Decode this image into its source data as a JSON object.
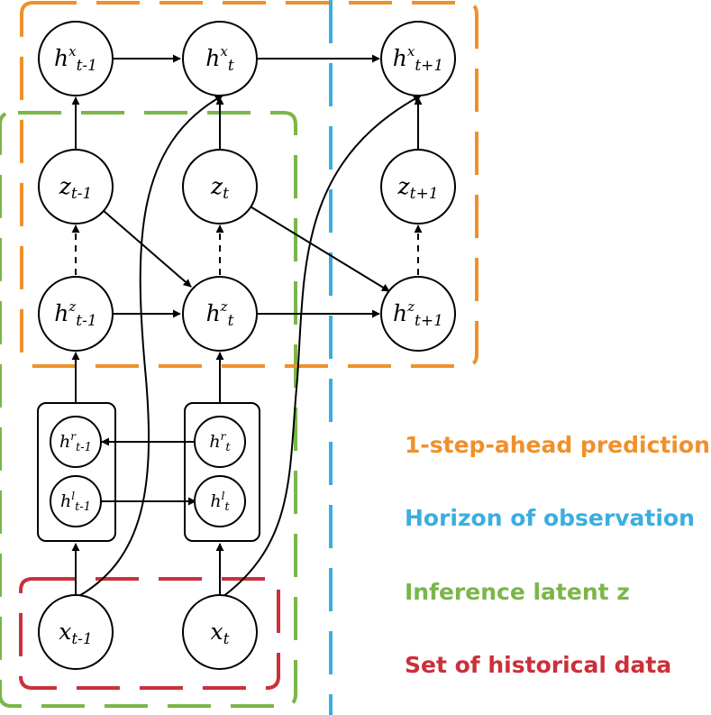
{
  "colors": {
    "prediction": "#f0902a",
    "horizon": "#3aaee0",
    "inference": "#7ab648",
    "historical": "#cc2f3b"
  },
  "nodes": {
    "hx_prev": {
      "base": "h",
      "sup": "x",
      "sub": "t-1"
    },
    "hx_t": {
      "base": "h",
      "sup": "x",
      "sub": "t"
    },
    "hx_next": {
      "base": "h",
      "sup": "x",
      "sub": "t+1"
    },
    "z_prev": {
      "base": "z",
      "sup": "",
      "sub": "t-1"
    },
    "z_t": {
      "base": "z",
      "sup": "",
      "sub": "t"
    },
    "z_next": {
      "base": "z",
      "sup": "",
      "sub": "t+1"
    },
    "hz_prev": {
      "base": "h",
      "sup": "z",
      "sub": "t-1"
    },
    "hz_t": {
      "base": "h",
      "sup": "z",
      "sub": "t"
    },
    "hz_next": {
      "base": "h",
      "sup": "z",
      "sub": "t+1"
    },
    "hr_prev": {
      "base": "h",
      "sup": "r",
      "sub": "t-1"
    },
    "hr_t": {
      "base": "h",
      "sup": "r",
      "sub": "t"
    },
    "hl_prev": {
      "base": "h",
      "sup": "l",
      "sub": "t-1"
    },
    "hl_t": {
      "base": "h",
      "sup": "l",
      "sub": "t"
    },
    "x_prev": {
      "base": "x",
      "sup": "",
      "sub": "t-1"
    },
    "x_t": {
      "base": "x",
      "sup": "",
      "sub": "t"
    }
  },
  "legend": {
    "prediction": "1-step-ahead prediction",
    "horizon": "Horizon of observation",
    "inference": "Inference latent z",
    "historical": "Set of historical data"
  }
}
